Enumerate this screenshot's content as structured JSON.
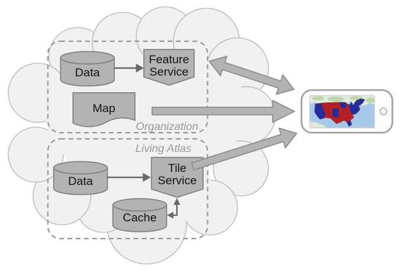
{
  "diagram_type": "cloud-architecture-diagram",
  "groups": {
    "organization": {
      "label": "Organization"
    },
    "living_atlas": {
      "label": "Living Atlas"
    }
  },
  "nodes": {
    "org_data": {
      "label": "Data",
      "shape": "cylinder"
    },
    "feature_service": {
      "label": "Feature Service",
      "line1": "Feature",
      "line2": "Service",
      "shape": "banner-pentagon"
    },
    "map_item": {
      "label": "Map",
      "shape": "document"
    },
    "atlas_data": {
      "label": "Data",
      "shape": "cylinder"
    },
    "tile_service": {
      "label": "Tile Service",
      "line1": "Tile",
      "line2": "Service",
      "shape": "banner-pentagon"
    },
    "cache": {
      "label": "Cache",
      "shape": "cylinder"
    }
  },
  "edges": [
    {
      "from": "org_data",
      "to": "feature_service",
      "style": "thin-arrow"
    },
    {
      "from": "atlas_data",
      "to": "tile_service",
      "style": "thin-arrow"
    },
    {
      "from": "cache",
      "to": "tile_service",
      "style": "thin-elbow-double-arrow"
    },
    {
      "from": "feature_service",
      "to": "device",
      "style": "thick-double-headed-arrow"
    },
    {
      "from": "map_item",
      "to": "device",
      "style": "thick-arrow"
    },
    {
      "from": "tile_service",
      "to": "device",
      "style": "thick-arrow"
    }
  ],
  "device": {
    "type": "smartphone-landscape",
    "screen_content": "us-states-choropleth-map"
  },
  "colors": {
    "cloud_fill": "#f1f1f1",
    "cloud_stroke": "#bbbbbb",
    "group_border": "#999999",
    "group_label": "#999999",
    "node_fill": "#b3b3b3",
    "node_stroke": "#7d7d7d",
    "label_text": "#111111",
    "connector": "#696969",
    "arrow_fill": "#b3b3b3",
    "arrow_stroke": "#8a8a8a",
    "map_ocean": "#a6c9e9",
    "map_land": "#e4ece0",
    "map_land_green": "#b9d8a6",
    "map_red": "#b42025",
    "map_blue": "#252c9a"
  }
}
